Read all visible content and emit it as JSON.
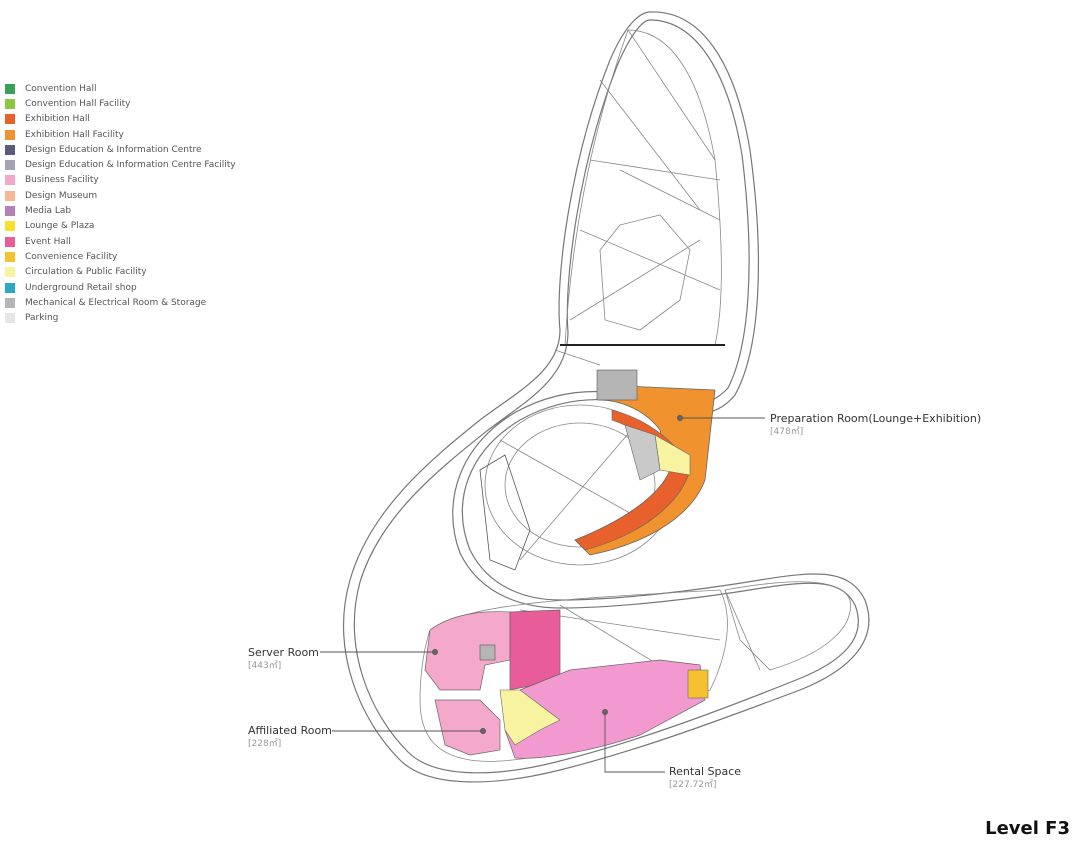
{
  "legend": [
    {
      "label": "Convention Hall",
      "color": "#3aa05a"
    },
    {
      "label": "Convention Hall Facility",
      "color": "#8dc63f"
    },
    {
      "label": "Exhibition Hall",
      "color": "#e8602c"
    },
    {
      "label": "Exhibition Hall Facility",
      "color": "#f0922e"
    },
    {
      "label": "Design Education & Information Centre",
      "color": "#5b5b7e"
    },
    {
      "label": "Design Education & Information Centre Facility",
      "color": "#a3a3b5"
    },
    {
      "label": "Business Facility",
      "color": "#f4a9cc"
    },
    {
      "label": "Design Museum",
      "color": "#f6b894"
    },
    {
      "label": "Media Lab",
      "color": "#b87eb8"
    },
    {
      "label": "Lounge & Plaza",
      "color": "#f7e22b"
    },
    {
      "label": "Event Hall",
      "color": "#e85c9a"
    },
    {
      "label": "Convenience Facility",
      "color": "#f6c12f"
    },
    {
      "label": "Circulation & Public Facility",
      "color": "#f8f3a0"
    },
    {
      "label": "Underground Retail shop",
      "color": "#2aa9c4"
    },
    {
      "label": "Mechanical & Electrical Room & Storage",
      "color": "#b5b5b5"
    },
    {
      "label": "Parking",
      "color": "#e6e6e6"
    }
  ],
  "callouts": {
    "preparation": {
      "name": "Preparation Room(Lounge+Exhibition)",
      "area": "[478㎡]"
    },
    "server": {
      "name": "Server Room",
      "area": "[443㎡]"
    },
    "affiliated": {
      "name": "Affiliated Room",
      "area": "[228㎡]"
    },
    "rental": {
      "name": "Rental Space",
      "area": "[227.72㎡]"
    }
  },
  "level_label": "Level F3"
}
